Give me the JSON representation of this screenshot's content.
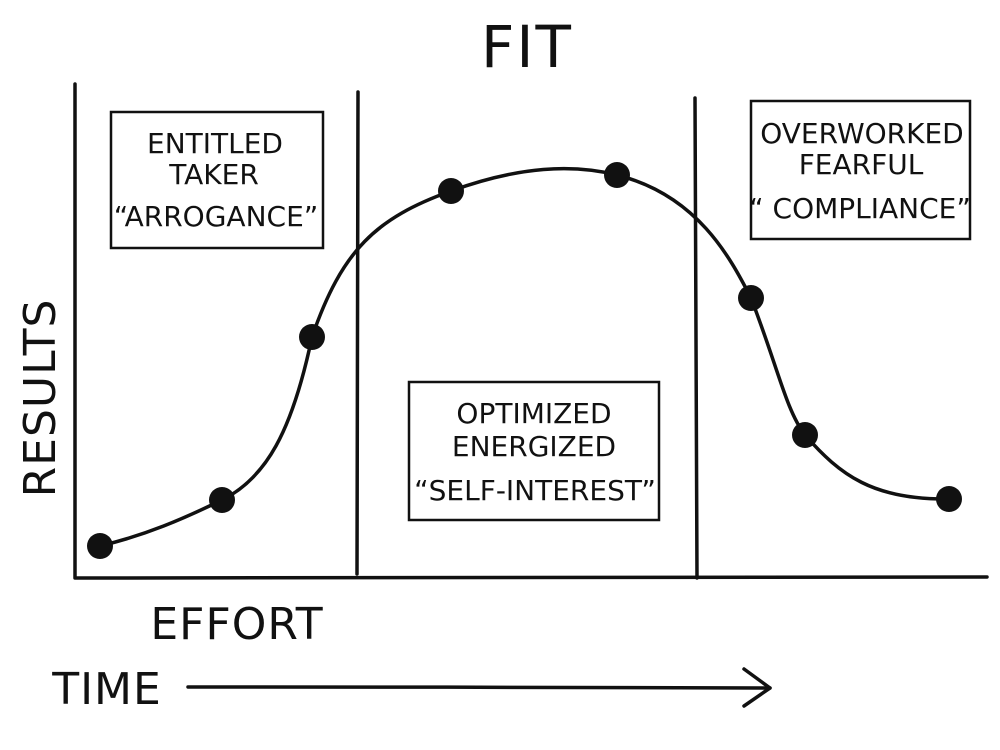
{
  "title": "FIT",
  "axes": {
    "x_label": "EFFORT",
    "y_label": "RESULTS",
    "time_label": "TIME"
  },
  "zones": [
    {
      "id": "left",
      "lines": [
        "ENTITLED",
        "TAKER",
        "“ARROGANCE”"
      ]
    },
    {
      "id": "middle",
      "lines": [
        "OPTIMIZED",
        "ENERGIZED",
        "“SELF-INTEREST”"
      ]
    },
    {
      "id": "right",
      "lines": [
        "OVERWORKED",
        "FEARFUL",
        "“ COMPLIANCE”"
      ]
    }
  ],
  "curve": {
    "shape": "bell-shaped curve rising then falling",
    "point_count": 8
  }
}
